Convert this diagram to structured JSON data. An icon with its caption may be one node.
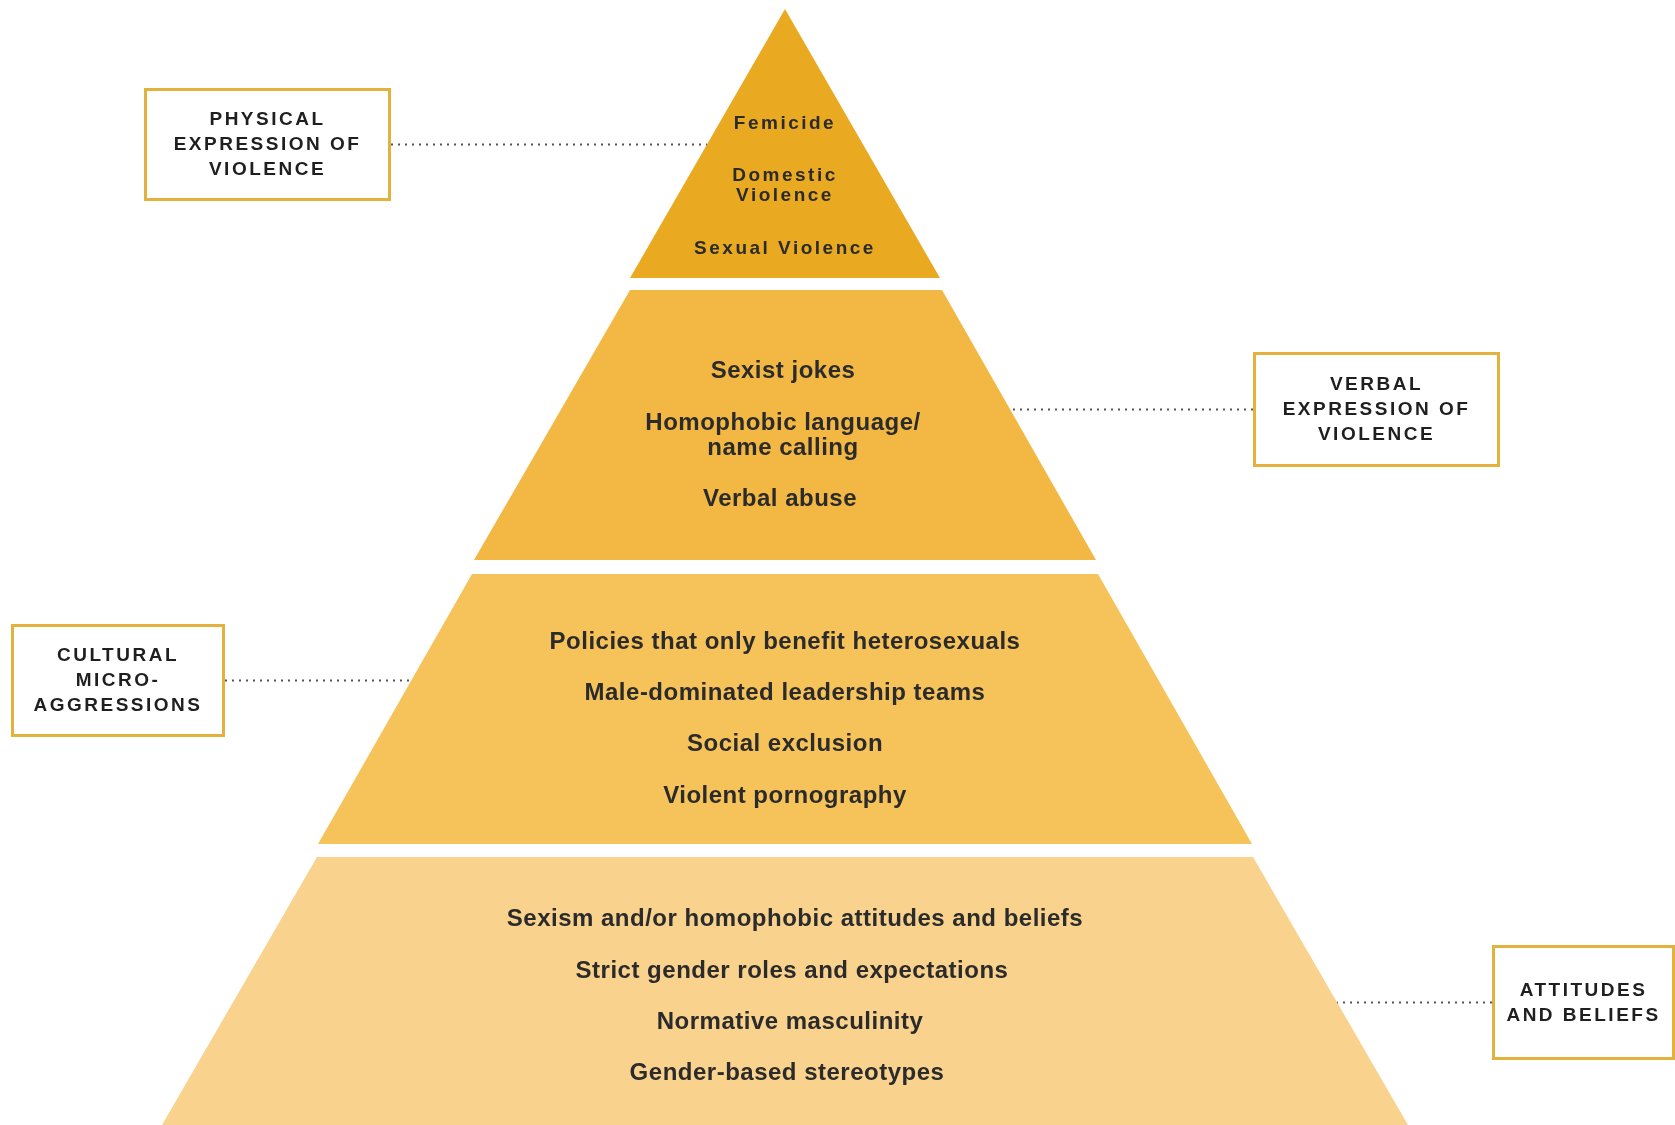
{
  "diagram": {
    "nodes": [
      {
        "text": [
          "Femicide",
          "Domestic Violence",
          "Sexual Violence"
        ]
      },
      {
        "text": [
          "Sexist jokes",
          "Homophobic language/ name calling",
          "Verbal abuse"
        ]
      },
      {
        "text": [
          "Policies that only benefit heterosexuals",
          "Male-dominated leadership teams",
          "Social exclusion",
          "Violent pornography"
        ]
      },
      {
        "text": [
          "Sexism and/or homophobic attitudes and beliefs",
          "Strict gender roles and expectations",
          "Normative masculinity",
          "Gender-based stereotypes"
        ]
      },
      {
        "text": [
          "PHYSICAL EXPRESSION OF VIOLENCE"
        ]
      },
      {
        "text": [
          "VERBAL EXPRESSION OF VIOLENCE"
        ]
      },
      {
        "text": [
          "CULTURAL MICRO-AGGRESSIONS"
        ]
      },
      {
        "text": [
          "ATTITUDES AND BELIEFS"
        ]
      }
    ],
    "edges": [
      {
        "from": 4,
        "to": 0,
        "arrow": "none",
        "style": "dashed"
      },
      {
        "from": 5,
        "to": 1,
        "arrow": "none",
        "style": "dashed"
      },
      {
        "from": 6,
        "to": 2,
        "arrow": "none",
        "style": "dashed"
      },
      {
        "from": 7,
        "to": 3,
        "arrow": "none",
        "style": "dashed"
      }
    ]
  }
}
